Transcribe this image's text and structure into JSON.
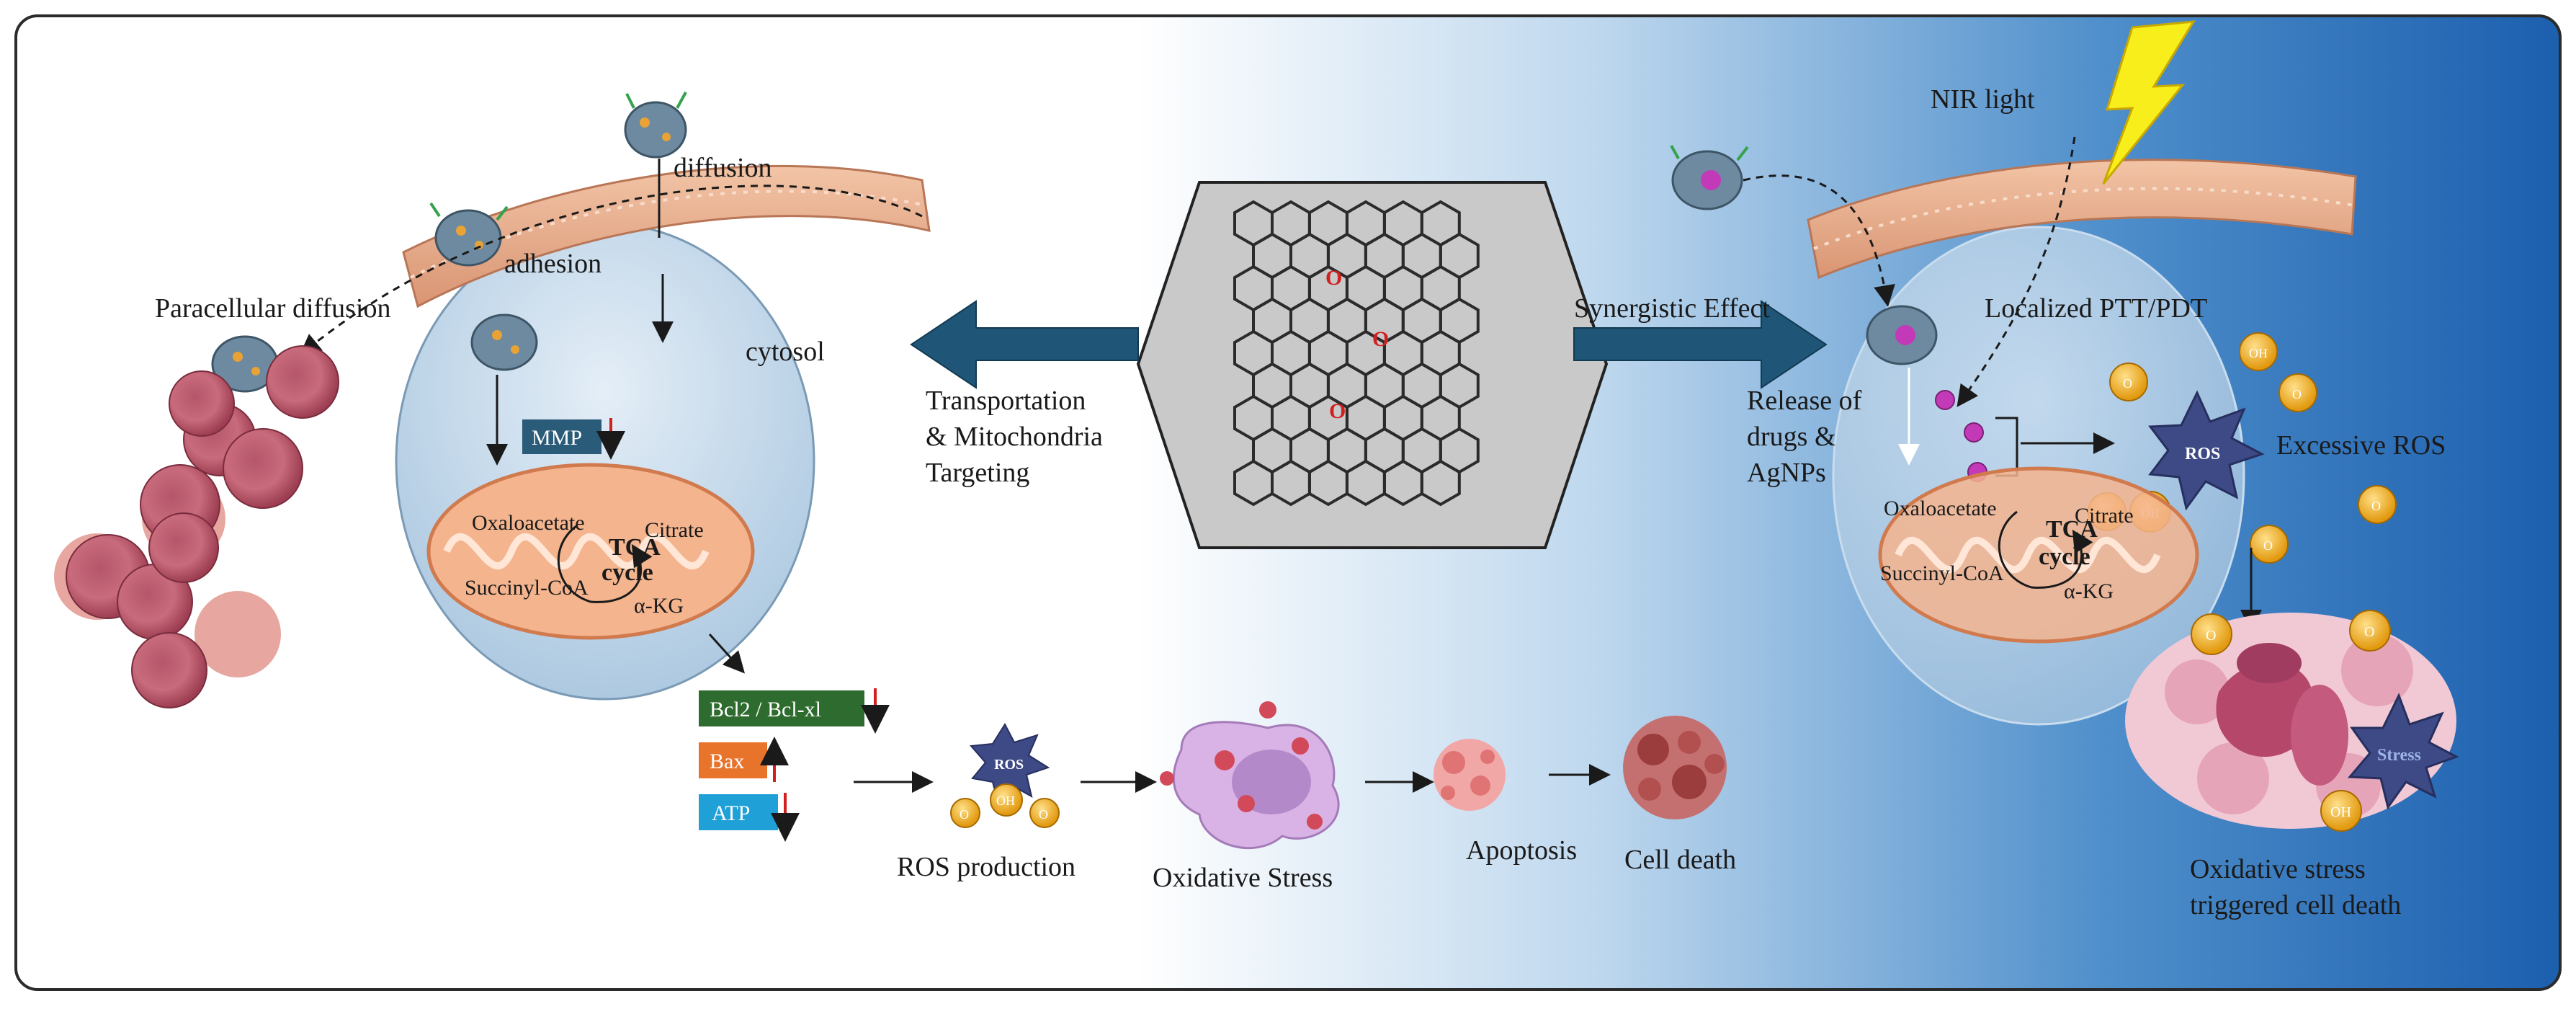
{
  "colors": {
    "frame": "#2b2b2b",
    "gradient_light": "#ffffff",
    "gradient_dark": "#1c5fae",
    "arrow_teal": "#1f5677",
    "membrane": "#e9b394",
    "cell": "#c9dded",
    "mito": "#f4b48e",
    "mmp_box": "#2a5b78",
    "bcl_box": "#2e6b2e",
    "bax_box": "#e8742c",
    "atp_box": "#1fa0d6",
    "ros_star": "#3d4a86",
    "oxygen_ball": "#f0b52a",
    "down_arrow": "#d21f1f",
    "nir_bolt": "#f7ee1c"
  },
  "left": {
    "diffusion": "diffusion",
    "adhesion": "adhesion",
    "paracellular": "Paracellular diffusion",
    "cytosol": "cytosol",
    "mmp": "MMP",
    "tca_oxaloacetate": "Oxaloacetate",
    "tca_citrate": "Citrate",
    "tca_title_1": "TCA",
    "tca_title_2": "cycle",
    "tca_succinyl": "Succinyl-CoA",
    "tca_akg": "α-KG"
  },
  "center": {
    "transport_1": "Transportation",
    "transport_2": "& Mitochondria",
    "transport_3": "Targeting",
    "o1": "O",
    "o2": "O",
    "o3": "O"
  },
  "pathway": {
    "bcl": "Bcl2 / Bcl-xl",
    "bax": "Bax",
    "atp": "ATP",
    "ros_label": "ROS",
    "oh_label": "OH",
    "o2_label": "O",
    "ros_production": "ROS production",
    "oxidative_stress": "Oxidative Stress",
    "apoptosis": "Apoptosis",
    "cell_death": "Cell death"
  },
  "right": {
    "nir": "NIR light",
    "synergistic": "Synergistic Effect",
    "ptt": "Localized PTT/PDT",
    "release_1": "Release of",
    "release_2": "drugs &",
    "release_3": "AgNPs",
    "excessive": "Excessive ROS",
    "ros_star": "ROS",
    "oh": "OH",
    "o2": "O",
    "tca_oxaloacetate": "Oxaloacetate",
    "tca_citrate": "Citrate",
    "tca_title_1": "TCA",
    "tca_title_2": "cycle",
    "tca_succinyl": "Succinyl-CoA",
    "tca_akg": "α-KG",
    "stress_word": "Stress",
    "final_1": "Oxidative stress",
    "final_2": "triggered cell death"
  }
}
